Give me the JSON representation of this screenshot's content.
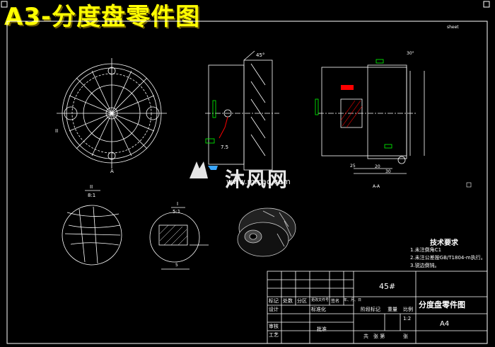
{
  "banner": {
    "title": "A3-分度盘零件图"
  },
  "corner_mark": "sheet",
  "watermark": {
    "brand": "沐风网",
    "url": "www.mfcad.com"
  },
  "views": {
    "detail_2_label": "II",
    "detail_2_scale": "8:1",
    "detail_1_label": "I",
    "detail_1_scale": "5:1",
    "section_label": "A-A",
    "view_a_label": "A",
    "detail_dim_5": "5",
    "angle_45": "45°",
    "angle_30": "30°",
    "dim_25": "25",
    "dim_30": "30",
    "dim_20": "20",
    "dim_7_5": "7.5"
  },
  "notes": {
    "heading": "技术要求",
    "items": [
      "1.未注倒角C1",
      "2.未注公差按GB/T1804-m执行。",
      "3.锐边倒钝。"
    ]
  },
  "title_block": {
    "material": "45#",
    "part_name": "分度盘零件图",
    "sheet_size": "A4",
    "row_labels": [
      "标记",
      "处数",
      "分区",
      "更改文件号",
      "签名",
      "年、月、日"
    ],
    "design": "设计",
    "standardize": "标准化",
    "stage_mark": "阶段标记",
    "weight": "重量",
    "scale": "比例",
    "scale_value": "1:2",
    "review": "审核",
    "process": "工艺",
    "approve": "批准",
    "sheets_total": "共",
    "sheet_no": "张  第",
    "sheet_unit": "张"
  },
  "colors": {
    "outline": "#ffffff",
    "banner": "#ffff00",
    "green": "#00ff00",
    "red": "#ff0000",
    "cyan": "#00c8ff"
  }
}
